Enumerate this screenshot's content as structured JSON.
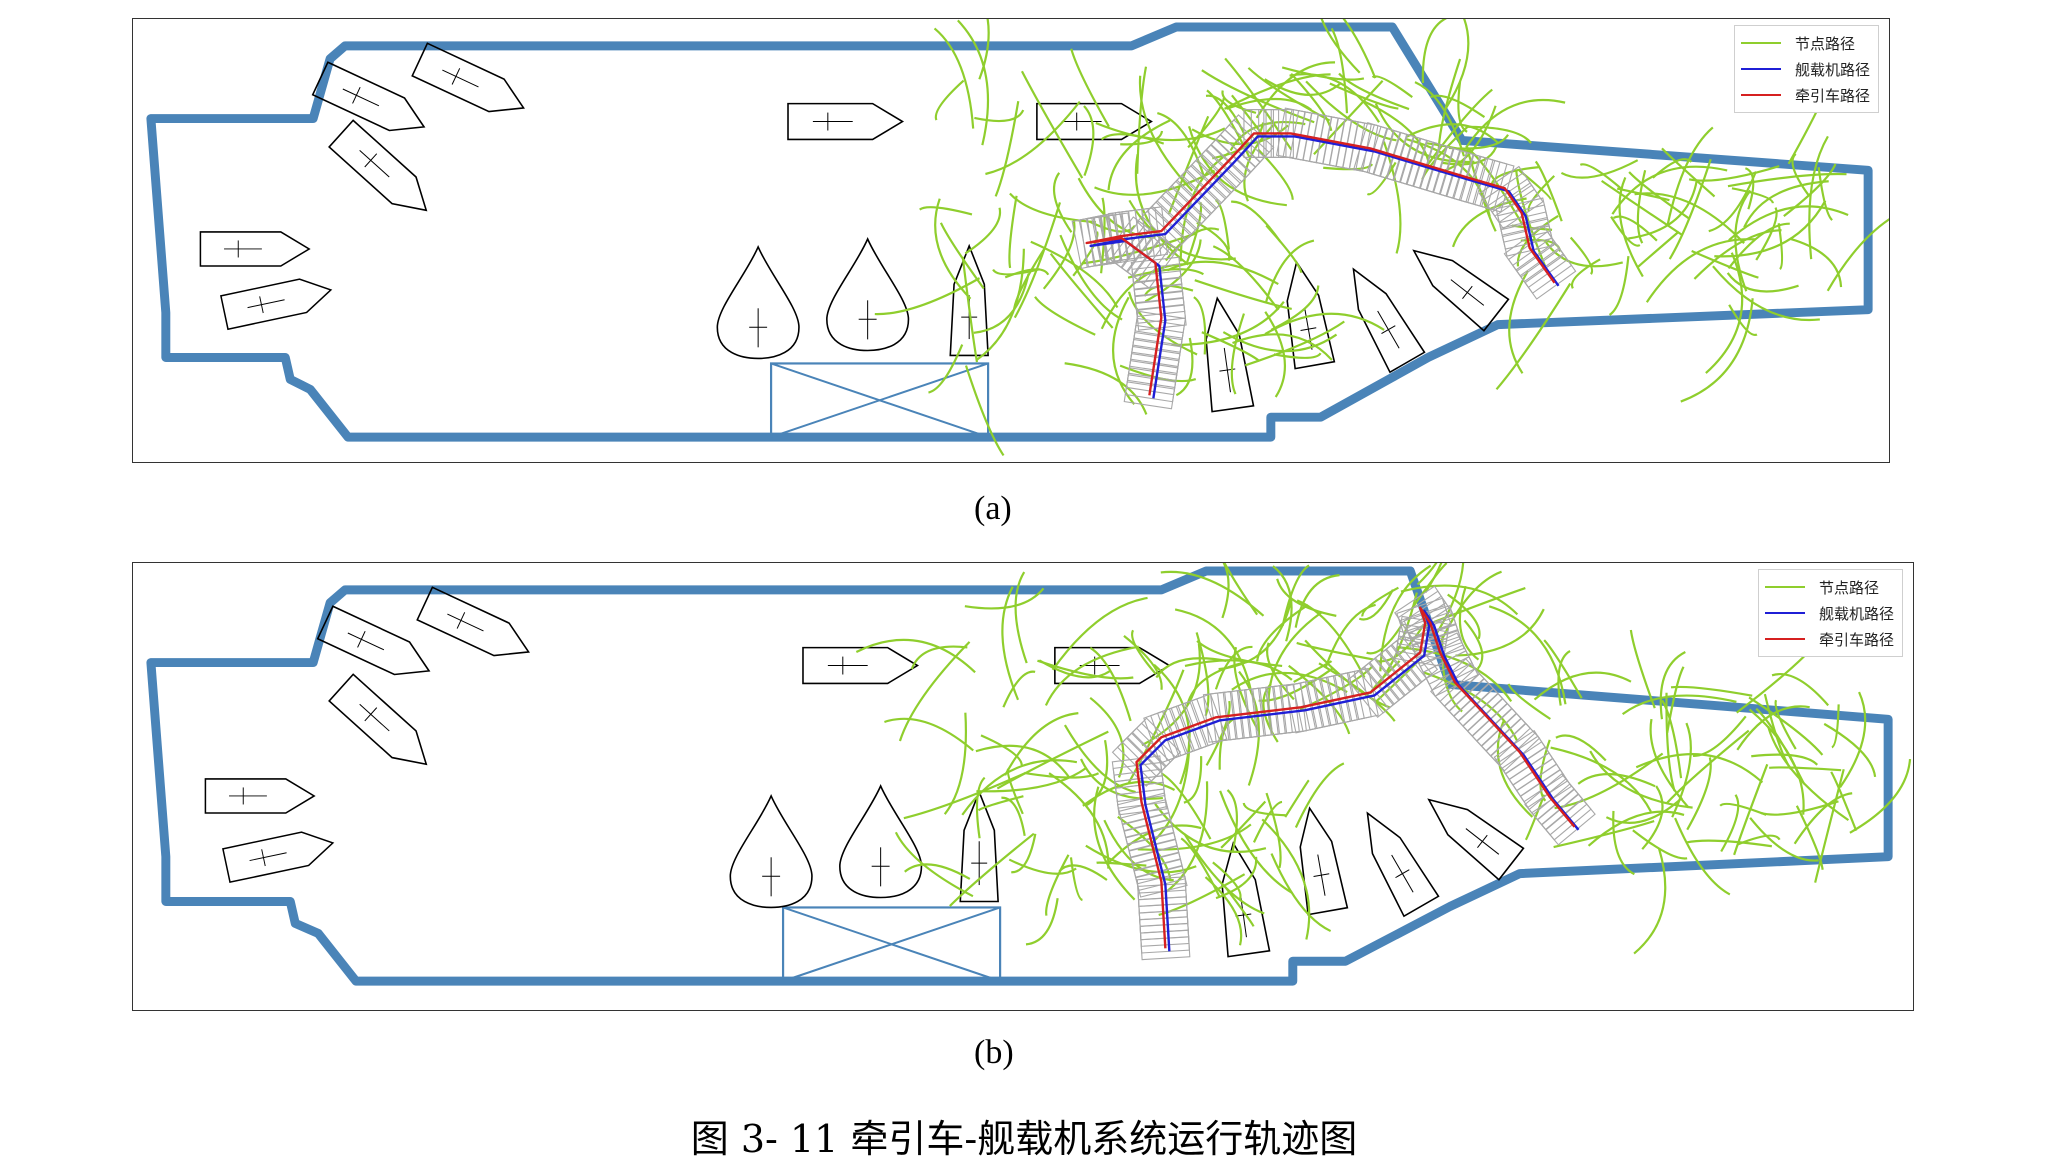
{
  "legend": {
    "items": [
      {
        "label": "节点路径",
        "color": "#8fce2d"
      },
      {
        "label": "舰载机路径",
        "color": "#1f1fd6"
      },
      {
        "label": "牵引车路径",
        "color": "#d62020"
      }
    ]
  },
  "panels": [
    {
      "id": "a",
      "label": "(a)"
    },
    {
      "id": "b",
      "label": "(b)"
    }
  ],
  "caption": "图  3- 11  牵引车-舰载机系统运行轨迹图",
  "colors": {
    "deck_outline": "#4a84b8",
    "node_path": "#8fce2d",
    "aircraft_path": "#1f1fd6",
    "tractor_path": "#d62020",
    "footprint": "#a8a8a8",
    "obstacle": "#000000",
    "elevator": "#4a84b8"
  }
}
